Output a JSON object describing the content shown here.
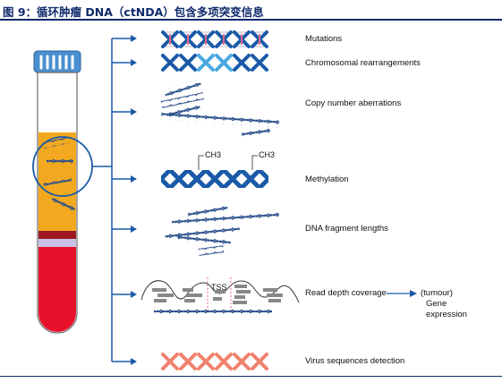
{
  "figure_title": "图 9：循环肿瘤 DNA（ctNDA）包含多项突变信息",
  "labels": {
    "mutations": "Mutations",
    "chromosomal": "Chromosomal rearrangements",
    "copy_number": "Copy number aberrations",
    "methylation": "Methylation",
    "fragment": "DNA fragment lengths",
    "read_depth": "Read depth coverage",
    "tumour": "(tumour)",
    "gene": "Gene",
    "expression": "expression",
    "virus": "Virus sequences detection"
  },
  "annotations": {
    "ch3_left": "CH3",
    "ch3_right": "CH3",
    "tss": "TSS"
  },
  "colors": {
    "title_navy": "#0f2a6b",
    "dna_blue": "#1a5aa8",
    "dna_light": "#4aa9e0",
    "virus": "#f0826c",
    "mutation_pink": "#e06a8c",
    "tube_cap": "#4a90d0",
    "plasma": "#f2a91f",
    "blood": "#e8102a"
  }
}
